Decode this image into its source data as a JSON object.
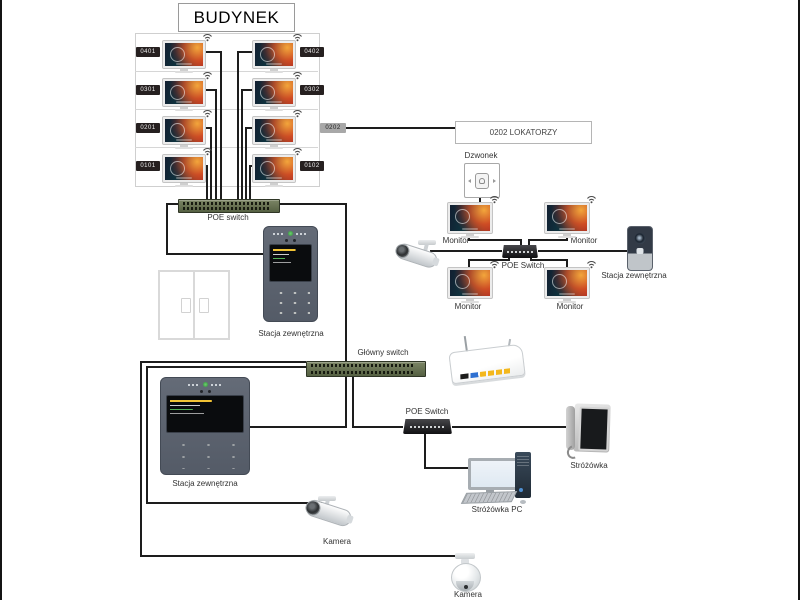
{
  "title": "BUDYNEK",
  "building": {
    "apartments": [
      {
        "label": "0401"
      },
      {
        "label": "0402"
      },
      {
        "label": "0301"
      },
      {
        "label": "0302"
      },
      {
        "label": "0201"
      },
      {
        "label": "0202",
        "highlight": true
      },
      {
        "label": "0101"
      },
      {
        "label": "0102"
      }
    ]
  },
  "core": {
    "poe_switch_label": "POE switch",
    "station_mid_label": "Stacja zewnętrzna",
    "main_switch_label": "Główny switch",
    "station_bottom_label": "Stacja zewnętrzna"
  },
  "tenant": {
    "box_label": "0202 LOKATORZY",
    "doorbell_label": "Dzwonek",
    "monitors": [
      {
        "label": "Monitor"
      },
      {
        "label": "Monitor"
      },
      {
        "label": "Monitor"
      },
      {
        "label": "Monitor"
      }
    ],
    "switch_label": "POE Switch",
    "station_label": "Stacja zewnętrzna"
  },
  "guard": {
    "switch_label": "POE Switch",
    "phone_label": "Stróżówka",
    "pc_label": "Stróżówka PC"
  },
  "cameras": {
    "bullet_label": "Kamera",
    "ptz_label": "Kamera"
  },
  "icons": {
    "wifi": "wifi-signal-arcs"
  },
  "colors": {
    "wire": "#1d1d1d",
    "rack_switch_green": "#6d775a",
    "badge_dark": "#262020",
    "badge_highlight": "#a8a8a8",
    "screen_teal": "#0e3540",
    "screen_orange": "#a34d28",
    "station_body": "#5d6470"
  }
}
